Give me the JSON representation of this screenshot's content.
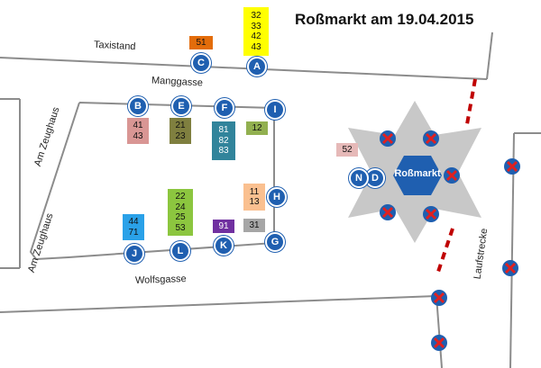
{
  "title": "Roßmarkt am 19.04.2015",
  "streets": {
    "taxistand": "Taxistand",
    "manggasse": "Manggasse",
    "am_zeughaus_1": "Am Zeughaus",
    "am_zeughaus_2": "Am Zeughaus",
    "wolfsgasse": "Wolfsgasse",
    "laufstrecke": "Laufstrecke"
  },
  "center": {
    "label": "Roßmarkt"
  },
  "stops": [
    "A",
    "B",
    "C",
    "D",
    "E",
    "F",
    "G",
    "H",
    "I",
    "J",
    "K",
    "L",
    "N"
  ],
  "line_boxes": [
    {
      "id": "a",
      "lines": [
        "32",
        "33",
        "42",
        "43"
      ],
      "color": "#ffff00"
    },
    {
      "id": "c",
      "lines": [
        "51"
      ],
      "color": "#e36c0a"
    },
    {
      "id": "b",
      "lines": [
        "41",
        "43"
      ],
      "color": "#d99694"
    },
    {
      "id": "e",
      "lines": [
        "21",
        "23"
      ],
      "color": "#7f7f3f"
    },
    {
      "id": "f",
      "lines": [
        "81",
        "82",
        "83"
      ],
      "color": "#31849b"
    },
    {
      "id": "i",
      "lines": [
        "12"
      ],
      "color": "#92b050"
    },
    {
      "id": "h",
      "lines": [
        "11",
        "13"
      ],
      "color": "#fac090"
    },
    {
      "id": "l",
      "lines": [
        "22",
        "24",
        "25",
        "53"
      ],
      "color": "#8cc63f"
    },
    {
      "id": "j",
      "lines": [
        "44",
        "71"
      ],
      "color": "#2aa1e8"
    },
    {
      "id": "k",
      "lines": [
        "91"
      ],
      "color": "#7030a0"
    },
    {
      "id": "g",
      "lines": [
        "31"
      ],
      "color": "#a6a6a6"
    },
    {
      "id": "n",
      "lines": [
        "52"
      ],
      "color": "#e6b9b8"
    }
  ],
  "colors": {
    "stop": "#1f5fb0",
    "cancel_mark": "#e02020",
    "star": "#c8c8c8",
    "hexagon": "#1f5fb0",
    "dashed_route": "#c00000"
  }
}
